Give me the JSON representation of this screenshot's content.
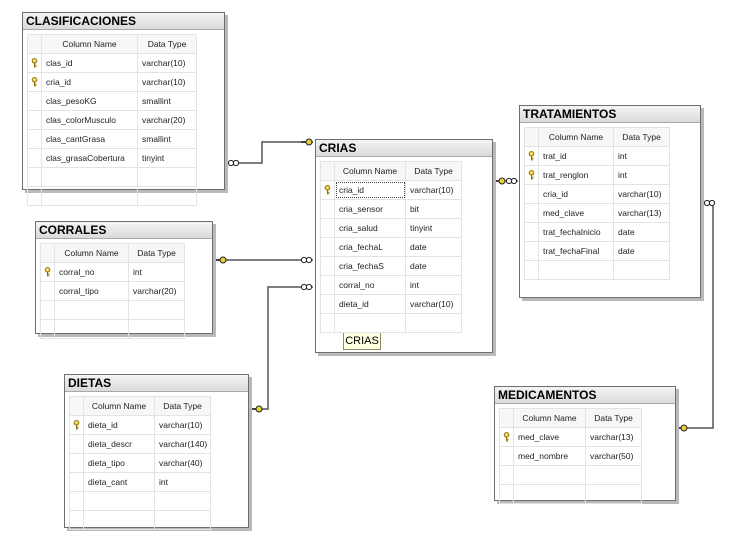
{
  "headers": {
    "column_name": "Column Name",
    "data_type": "Data Type"
  },
  "tables": {
    "clasificaciones": {
      "title": "CLASIFICACIONES",
      "rows": [
        {
          "name": "clas_id",
          "type": "varchar(10)",
          "key": true
        },
        {
          "name": "cria_id",
          "type": "varchar(10)",
          "key": true
        },
        {
          "name": "clas_pesoKG",
          "type": "smallint",
          "key": false
        },
        {
          "name": "clas_colorMusculo",
          "type": "varchar(20)",
          "key": false
        },
        {
          "name": "clas_cantGrasa",
          "type": "smallint",
          "key": false
        },
        {
          "name": "clas_grasaCobertura",
          "type": "tinyint",
          "key": false
        }
      ]
    },
    "corrales": {
      "title": "CORRALES",
      "rows": [
        {
          "name": "corral_no",
          "type": "int",
          "key": true
        },
        {
          "name": "corral_tipo",
          "type": "varchar(20)",
          "key": false
        }
      ]
    },
    "dietas": {
      "title": "DIETAS",
      "rows": [
        {
          "name": "dieta_id",
          "type": "varchar(10)",
          "key": true
        },
        {
          "name": "dieta_descr",
          "type": "varchar(140)",
          "key": false
        },
        {
          "name": "dieta_tipo",
          "type": "varchar(40)",
          "key": false
        },
        {
          "name": "dieta_cant",
          "type": "int",
          "key": false
        }
      ]
    },
    "crias": {
      "title": "CRIAS",
      "rows": [
        {
          "name": "cria_id",
          "type": "varchar(10)",
          "key": true
        },
        {
          "name": "cria_sensor",
          "type": "bit",
          "key": false
        },
        {
          "name": "cria_salud",
          "type": "tinyint",
          "key": false
        },
        {
          "name": "cria_fechaL",
          "type": "date",
          "key": false
        },
        {
          "name": "cria_fechaS",
          "type": "date",
          "key": false
        },
        {
          "name": "corral_no",
          "type": "int",
          "key": false
        },
        {
          "name": "dieta_id",
          "type": "varchar(10)",
          "key": false
        }
      ]
    },
    "tratamientos": {
      "title": "TRATAMIENTOS",
      "rows": [
        {
          "name": "trat_id",
          "type": "int",
          "key": true
        },
        {
          "name": "trat_renglon",
          "type": "int",
          "key": true
        },
        {
          "name": "cria_id",
          "type": "varchar(10)",
          "key": false
        },
        {
          "name": "med_clave",
          "type": "varchar(13)",
          "key": false
        },
        {
          "name": "trat_fechaInicio",
          "type": "date",
          "key": false
        },
        {
          "name": "trat_fechaFinal",
          "type": "date",
          "key": false
        }
      ]
    },
    "medicamentos": {
      "title": "MEDICAMENTOS",
      "rows": [
        {
          "name": "med_clave",
          "type": "varchar(13)",
          "key": true
        },
        {
          "name": "med_nombre",
          "type": "varchar(50)",
          "key": false
        }
      ]
    }
  },
  "caption": "CRIAS",
  "colors": {
    "line": "#555555",
    "key_fill": "#e2c33a",
    "key_stroke": "#8a6d00",
    "endpoint_one": "#e8d23a",
    "caption_bg": "#ffffe1"
  }
}
